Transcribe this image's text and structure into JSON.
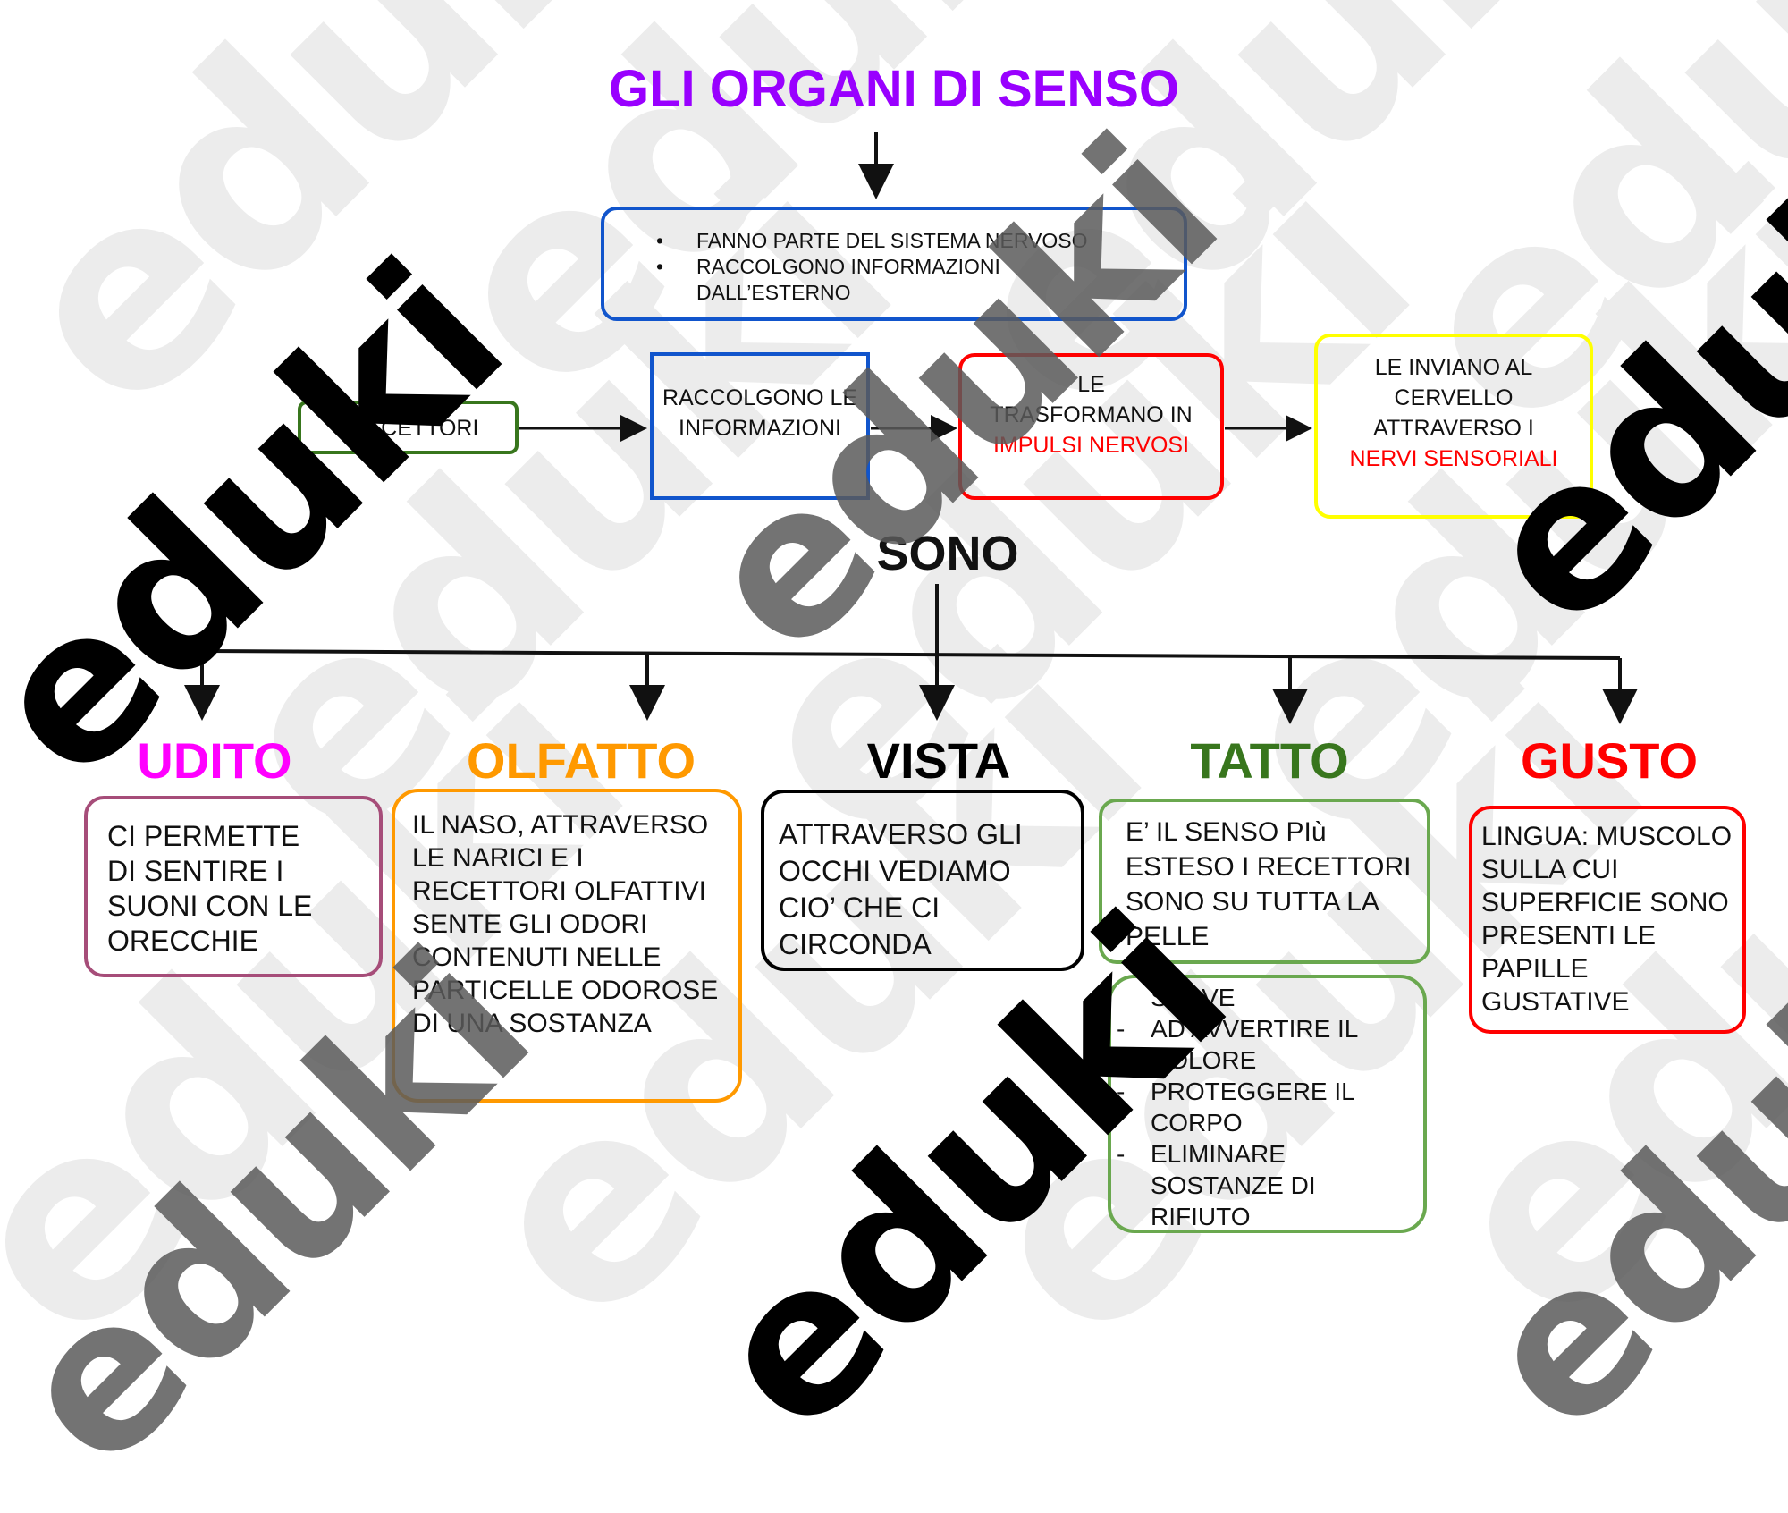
{
  "title": "GLI ORGANI DI SENSO",
  "intro_box": {
    "items": [
      "FANNO PARTE DEL SISTEMA NERVOSO",
      "RACCOLGONO INFORMAZIONI DALL’ESTERNO"
    ]
  },
  "flow": {
    "recettori": "I RECETTORI",
    "raccolgono": "RACCOLGONO LE INFORMAZIONI",
    "trasformano_prefix": "LE TRASFORMANO IN",
    "trasformano_red": "IMPULSI NERVOSI",
    "inviano_prefix": "LE INVIANO AL CERVELLO ATTRAVERSO I",
    "inviano_red": "NERVI SENSORIALI"
  },
  "sono": "SONO",
  "senses": {
    "udito": {
      "label": "UDITO",
      "color": "#ff00ff",
      "border": "#a64d79",
      "text": "CI PERMETTE DI SENTIRE I SUONI CON LE ORECCHIE"
    },
    "olfatto": {
      "label": "OLFATTO",
      "color": "#ff9900",
      "border": "#ff9900",
      "text": "IL NASO, ATTRAVERSO LE NARICI E I RECETTORI OLFATTIVI SENTE GLI ODORI CONTENUTI NELLE PARTICELLE ODOROSE DI UNA SOSTANZA"
    },
    "vista": {
      "label": "VISTA",
      "color": "#000000",
      "border": "#000000",
      "text": "ATTRAVERSO GLI OCCHI VEDIAMO CIO’ CHE CI CIRCONDA"
    },
    "tatto": {
      "label": "TATTO",
      "color": "#38761d",
      "border": "#6aa84f",
      "text": "E’ IL SENSO PIù ESTESO I RECETTORI SONO SU TUTTA LA PELLE",
      "serve": "SERVE",
      "serve_items": [
        "AD AVVERTIRE IL DOLORE",
        "PROTEGGERE IL CORPO",
        "ELIMINARE SOSTANZE DI RIFIUTO"
      ]
    },
    "gusto": {
      "label": "GUSTO",
      "color": "#ff0000",
      "border": "#ff0000",
      "text": "LINGUA: MUSCOLO SULLA CUI SUPERFICIE SONO PRESENTI LE PAPILLE GUSTATIVE"
    }
  },
  "watermark": "eduki",
  "colors": {
    "title": "#9900ff",
    "blue": "#1155cc",
    "green": "#38761d",
    "red": "#ff0000",
    "yellow": "#ffff00"
  }
}
